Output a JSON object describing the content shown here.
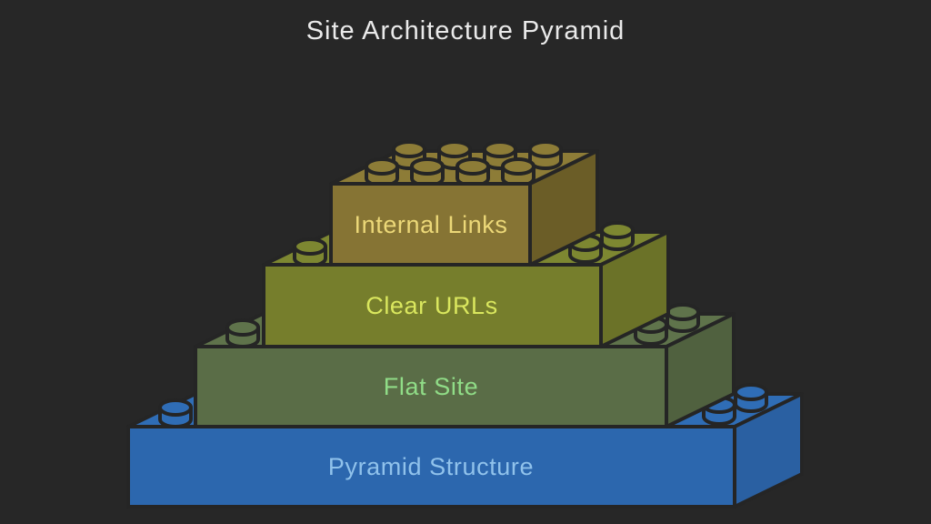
{
  "title": "Site Architecture Pyramid",
  "colors": {
    "background": "#272727",
    "outline": "#252525",
    "title_text": "#eaeaea"
  },
  "bricks": [
    {
      "id": "internal-links",
      "label": "Internal Links",
      "front": "#867434",
      "top": "#8d7c37",
      "side": "#6b5d27",
      "label_color": "#ecd878"
    },
    {
      "id": "clear-urls",
      "label": "Clear URLs",
      "front": "#767e2c",
      "top": "#7d8731",
      "side": "#6b7228",
      "label_color": "#dae75e"
    },
    {
      "id": "flat-site",
      "label": "Flat Site",
      "front": "#5a6d47",
      "top": "#5f734b",
      "side": "#50613f",
      "label_color": "#90dc87"
    },
    {
      "id": "pyramid-structure",
      "label": "Pyramid Structure",
      "front": "#2c67ae",
      "top": "#2f6db6",
      "side": "#2a60a2",
      "label_color": "#90c2eb"
    }
  ]
}
